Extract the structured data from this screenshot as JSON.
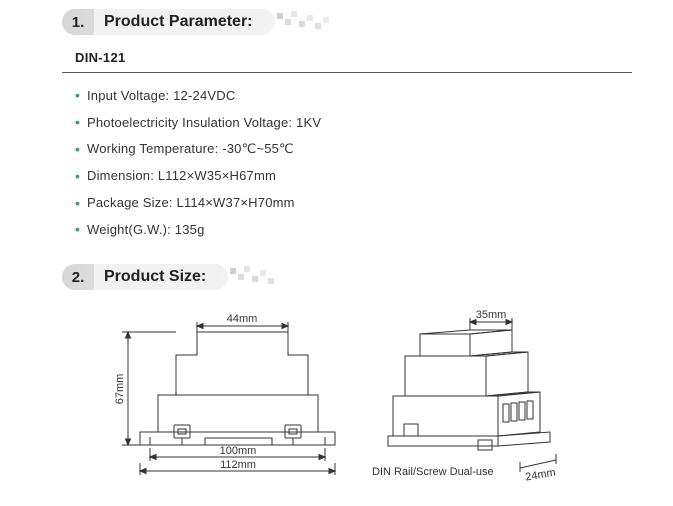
{
  "section1": {
    "number": "1.",
    "title": "Product Parameter:"
  },
  "model": "DIN-121",
  "specs": [
    "Input Voltage: 12-24VDC",
    "Photoelectricity Insulation Voltage: 1KV",
    "Working Temperature: -30℃~55℃",
    "Dimension: L112×W35×H67mm",
    "Package Size: L114×W37×H70mm",
    "Weight(G.W.): 135g"
  ],
  "section2": {
    "number": "2.",
    "title": "Product Size:"
  },
  "drawing": {
    "front_top_width": "44mm",
    "front_height": "67mm",
    "front_inner_width": "100mm",
    "front_total_width": "112mm",
    "side_top_width": "35mm",
    "side_depth": "24mm",
    "mount_caption": "DIN Rail/Screw Dual-use"
  },
  "colors": {
    "bullet": "#3aa05a",
    "line": "#333333",
    "header_bg": "#e2e2e2"
  }
}
